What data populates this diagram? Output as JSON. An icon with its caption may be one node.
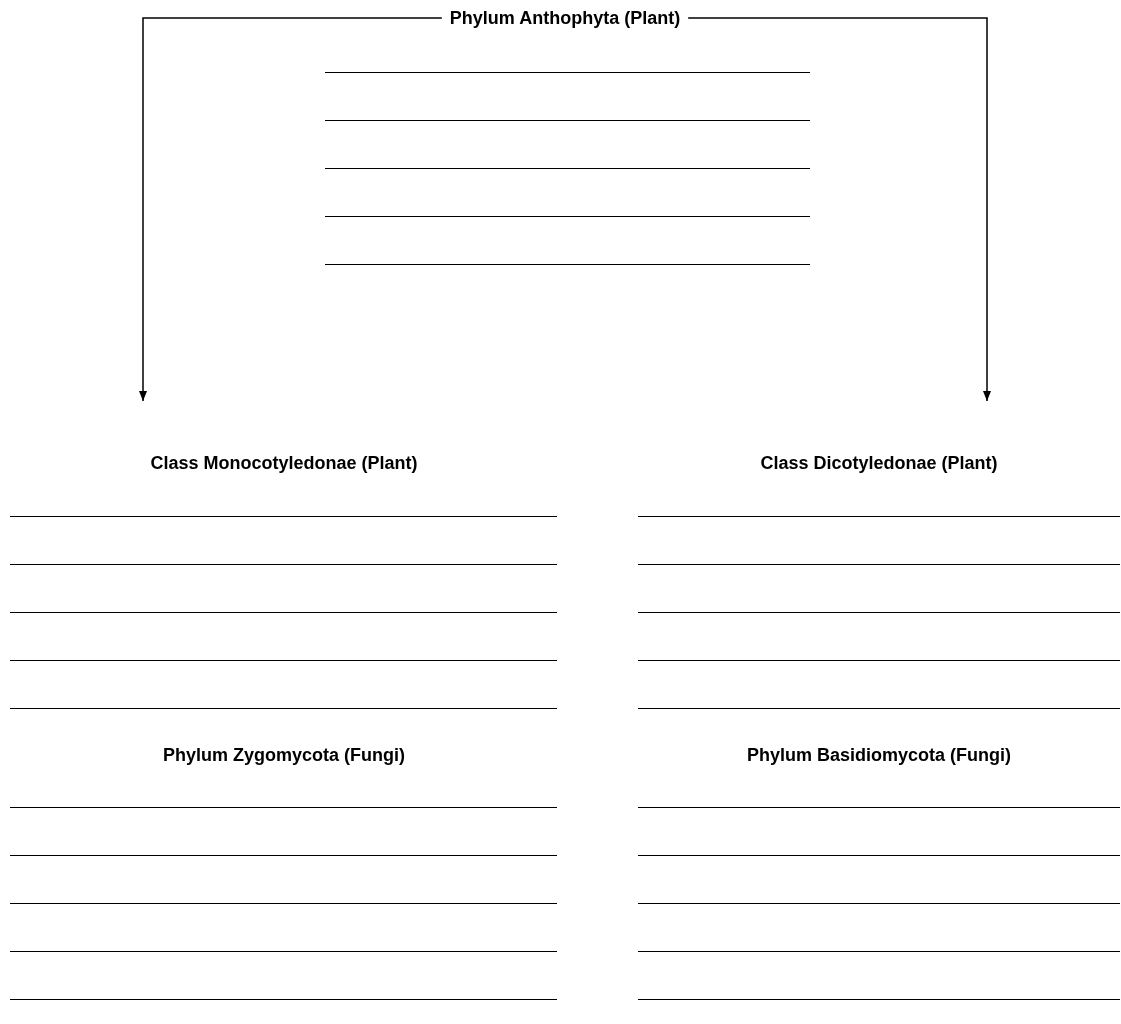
{
  "diagram": {
    "nodes": [
      {
        "text": [
          "Phylum Anthophyta (Plant)"
        ]
      },
      {
        "text": [
          "Class Monocotyledonae (Plant)"
        ]
      },
      {
        "text": [
          "Class Dicotyledonae (Plant)"
        ]
      }
    ],
    "edges": [
      {
        "from": 0,
        "to": 1,
        "arrow": "to"
      },
      {
        "from": 0,
        "to": 2,
        "arrow": "to"
      }
    ],
    "labels": [
      "Phylum Zygomycota (Fungi)",
      "Phylum Basidiomycota (Fungi)"
    ]
  }
}
